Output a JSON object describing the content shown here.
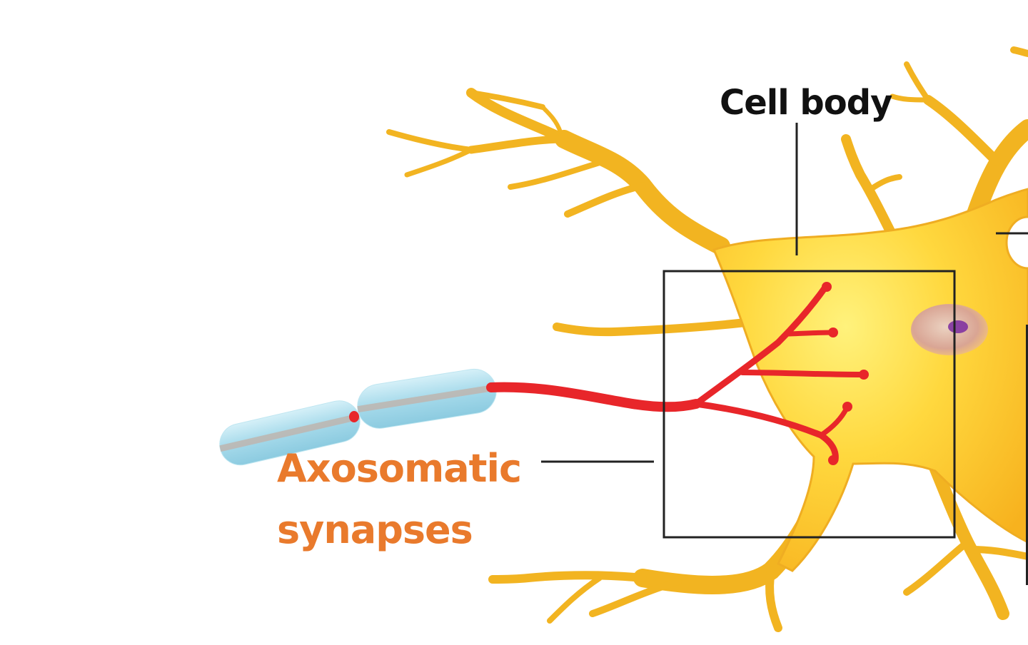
{
  "labels": {
    "cell_body": "Cell body",
    "axosomatic_line1": "Axosomatic",
    "axosomatic_line2": "synapses"
  },
  "colors": {
    "neuron_body": "#fcc52c",
    "neuron_light": "#ffe970",
    "neuron_edge": "#ecaa18",
    "axon_terminal": "#e8262a",
    "myelin": "#a9dcec",
    "axon_core": "#bdb7b2",
    "nucleus": "#d9a79b",
    "nucleolus": "#7a2aa0",
    "label_dark": "#111111",
    "label_accent": "#e97a2c",
    "leader_line": "#222222"
  }
}
